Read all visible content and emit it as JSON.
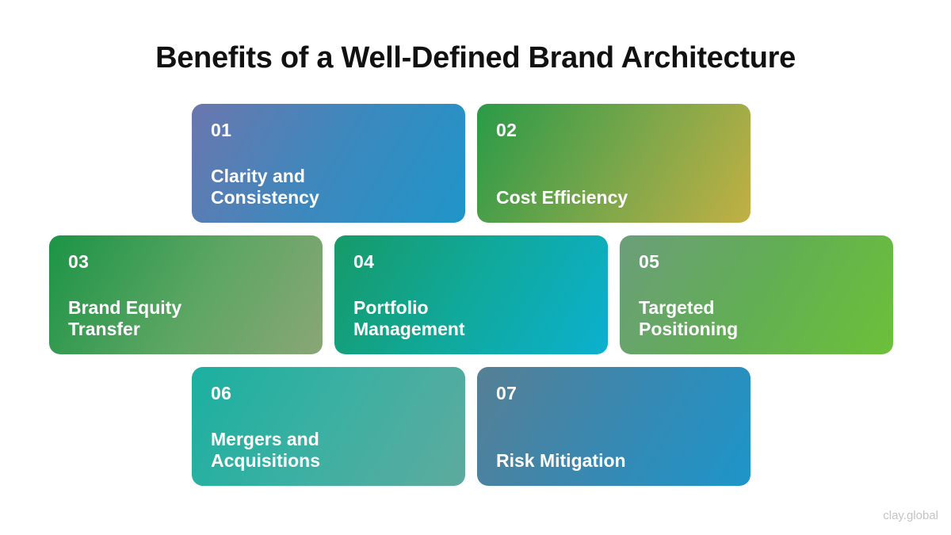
{
  "title": "Benefits of a Well-Defined Brand Architecture",
  "cards": [
    {
      "number": "01",
      "label": "Clarity and\nConsistency"
    },
    {
      "number": "02",
      "label": "Cost Efficiency"
    },
    {
      "number": "03",
      "label": "Brand Equity\nTransfer"
    },
    {
      "number": "04",
      "label": "Portfolio\nManagement"
    },
    {
      "number": "05",
      "label": "Targeted\nPositioning"
    },
    {
      "number": "06",
      "label": "Mergers and\nAcquisitions"
    },
    {
      "number": "07",
      "label": "Risk Mitigation"
    }
  ],
  "colors": {
    "card_01": "#3d88bd",
    "card_02": "#7fa74a",
    "card_03": "#5ea663",
    "card_04": "#10a99c",
    "card_05": "#62ae54",
    "card_06": "#3cb0a2",
    "card_07": "#3888b1"
  },
  "watermark": "clay.global"
}
